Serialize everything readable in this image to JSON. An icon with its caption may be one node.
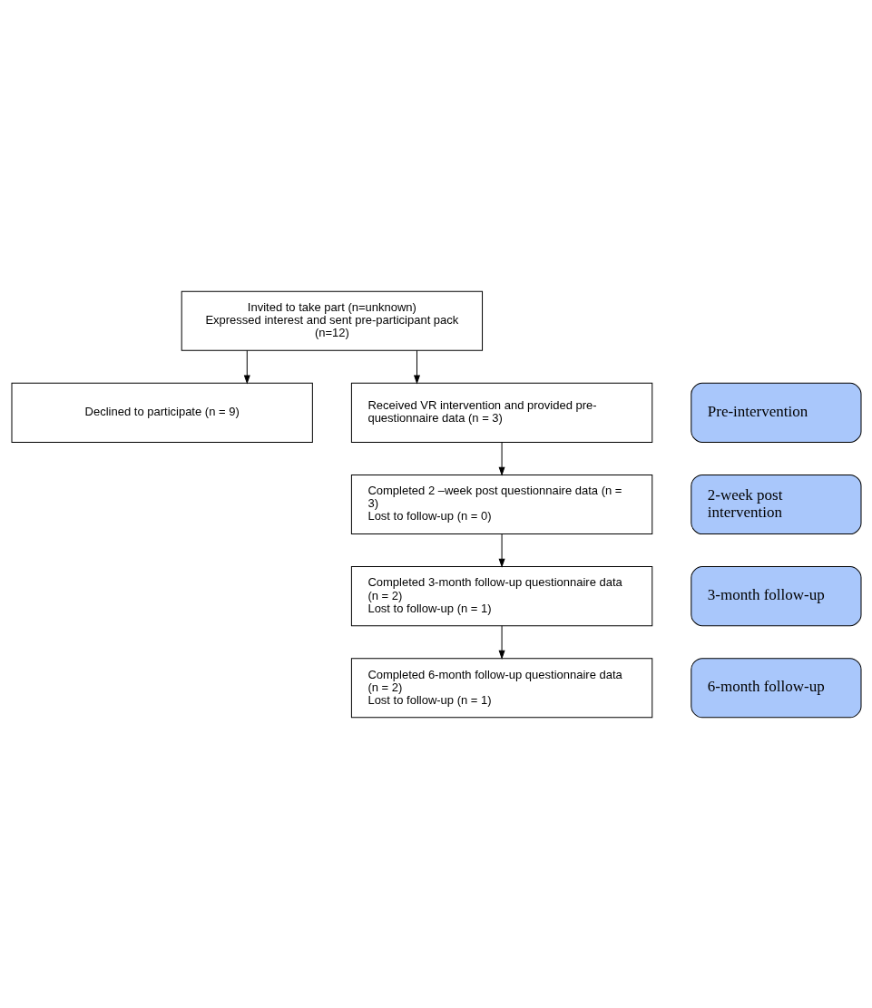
{
  "diagram": {
    "nodes": [
      {
        "text": [
          "Invited to take part (n=unknown)",
          "Expressed interest and sent pre-participant pack (n=12)"
        ]
      },
      {
        "text": [
          "Declined to participate (n = 9)"
        ]
      },
      {
        "text": [
          "Received VR intervention and provided pre-questionnaire data (n = 3)"
        ]
      },
      {
        "text": [
          "Completed 2 –week post questionnaire data (n = 3)",
          "Lost to follow-up (n = 0)"
        ]
      },
      {
        "text": [
          "Completed 3-month follow-up questionnaire data (n = 2)",
          "Lost to follow-up (n = 1)"
        ]
      },
      {
        "text": [
          "Completed 6-month follow-up questionnaire data (n = 2)",
          "Lost to follow-up (n = 1)"
        ]
      },
      {
        "text": [
          "Pre-intervention"
        ]
      },
      {
        "text": [
          "2-week post intervention"
        ]
      },
      {
        "text": [
          "3-month follow-up"
        ]
      },
      {
        "text": [
          "6-month follow-up"
        ]
      }
    ],
    "edges": [
      {
        "from": 0,
        "to": 1,
        "arrow": "to"
      },
      {
        "from": 0,
        "to": 2,
        "arrow": "to"
      },
      {
        "from": 2,
        "to": 3,
        "arrow": "to"
      },
      {
        "from": 3,
        "to": 4,
        "arrow": "to"
      },
      {
        "from": 4,
        "to": 5,
        "arrow": "to"
      }
    ]
  }
}
